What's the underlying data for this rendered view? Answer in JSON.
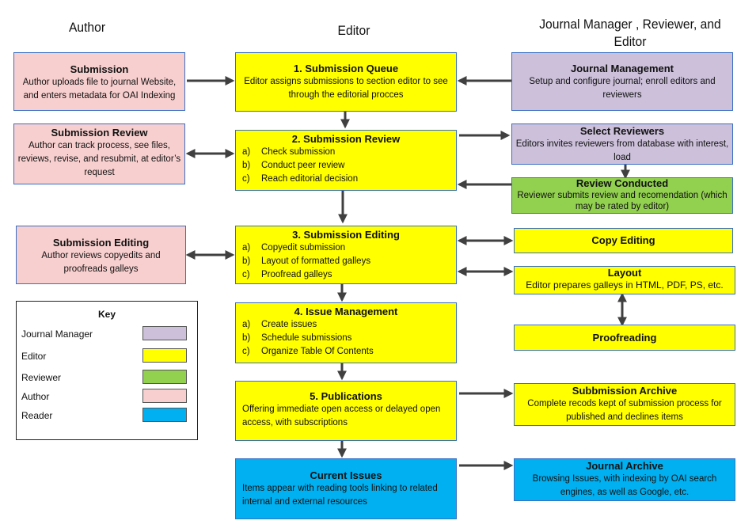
{
  "headers": {
    "author": "Author",
    "editor": "Editor",
    "jm": "Journal Manager , Reviewer, and\nEditor"
  },
  "author_col": {
    "submission": {
      "title": "Submission",
      "desc": "Author uploads file to journal Website, and enters metadata  for OAI Indexing"
    },
    "submission_review": {
      "title": "Submission Review",
      "desc": "Author can track process, see files, reviews, revise, and resubmit, at editor’s request"
    },
    "submission_editing": {
      "title": "Submission Editing",
      "desc": "Author reviews copyedits and proofreads galleys"
    }
  },
  "editor_col": {
    "queue": {
      "title": "1. Submission Queue",
      "desc": "Editor assigns submissions to section editor to see through  the editorial procces"
    },
    "review": {
      "title": "2. Submission Review",
      "items": [
        {
          "mark": "a)",
          "text": "Check submission"
        },
        {
          "mark": "b)",
          "text": "Conduct  peer review"
        },
        {
          "mark": "c)",
          "text": "Reach editorial decision"
        }
      ]
    },
    "editing": {
      "title": "3. Submission Editing",
      "items": [
        {
          "mark": "a)",
          "text": "Copyedit  submission"
        },
        {
          "mark": "b)",
          "text": "Layout of formatted  galleys"
        },
        {
          "mark": "c)",
          "text": "Proofread galleys"
        }
      ]
    },
    "issue": {
      "title": "4. Issue Management",
      "items": [
        {
          "mark": "a)",
          "text": "Create issues"
        },
        {
          "mark": "b)",
          "text": "Schedule  submissions"
        },
        {
          "mark": "c)",
          "text": "Organize Table Of Contents"
        }
      ]
    },
    "publications": {
      "title": "5. Publications",
      "desc": "Offering  immediate open access or delayed open access, with subscriptions"
    },
    "current": {
      "title": "Current Issues",
      "desc": "Items appear with reading tools linking to related internal  and external resources"
    }
  },
  "jm_col": {
    "management": {
      "title": "Journal Management",
      "desc": "Setup  and configure journal; enroll editors and reviewers"
    },
    "select": {
      "title": "Select Reviewers",
      "desc": "Editors invites reviewers from database with interest,  load"
    },
    "conducted": {
      "title": "Review Conducted",
      "desc": "Reviewer submits review and recomendation (which may be rated by editor)"
    },
    "copy": {
      "title": "Copy Editing"
    },
    "layout": {
      "title": "Layout",
      "desc": "Editor prepares galleys in HTML, PDF, PS, etc."
    },
    "proof": {
      "title": "Proofreading"
    },
    "sub_archive": {
      "title": "Subbmission Archive",
      "desc": "Complete  recods kept of submission process for published  and declines items"
    },
    "journal_archive": {
      "title": "Journal Archive",
      "desc": "Browsing Issues, with indexing by OAI search engines, as well as Google, etc."
    }
  },
  "key": {
    "title": "Key",
    "rows": [
      {
        "label": "Journal Manager",
        "color": "#ccc0da"
      },
      {
        "label": "Editor",
        "color": "#ffff00"
      },
      {
        "label": "Reviewer",
        "color": "#92d050"
      },
      {
        "label": "Author",
        "color": "#f8cfcf"
      },
      {
        "label": "Reader",
        "color": "#00b0f0"
      }
    ]
  },
  "colors": {
    "arrow": "#404040",
    "border": "#3a6fc4"
  }
}
